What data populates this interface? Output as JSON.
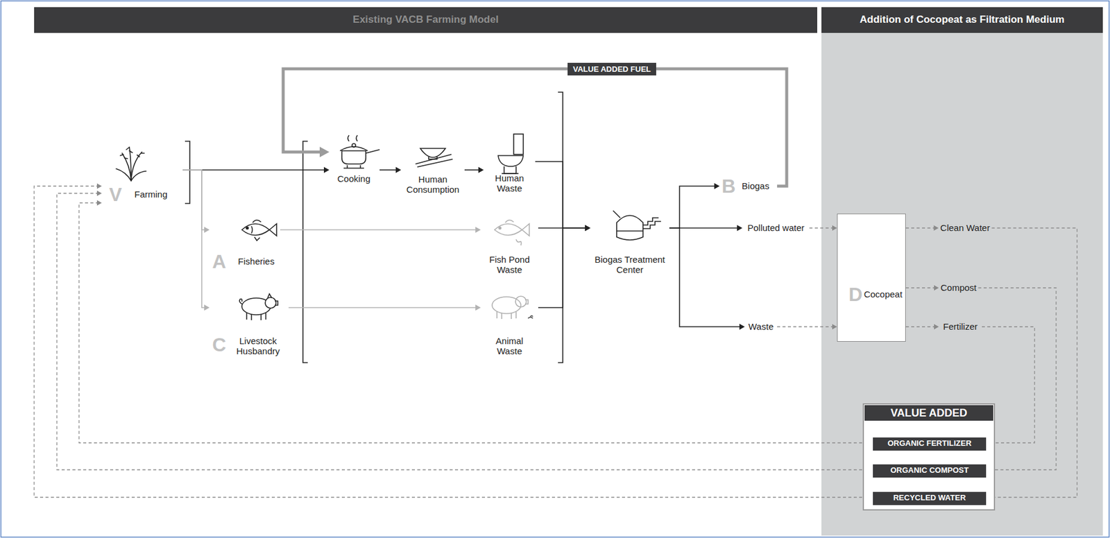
{
  "diagram": {
    "nodes": [
      {
        "text": [
          "Existing VACB Farming Model"
        ]
      },
      {
        "text": [
          "Addition of Cocopeat as Filtration Medium"
        ]
      },
      {
        "text": [
          "V",
          "Farming"
        ]
      },
      {
        "text": [
          "Cooking"
        ]
      },
      {
        "text": [
          "Human Consumption"
        ]
      },
      {
        "text": [
          "Human Waste"
        ]
      },
      {
        "text": [
          "A",
          "Fisheries"
        ]
      },
      {
        "text": [
          "Fish Pond Waste"
        ]
      },
      {
        "text": [
          "C",
          "Livestock Husbandry"
        ]
      },
      {
        "text": [
          "Animal Waste"
        ]
      },
      {
        "text": [
          "Biogas Treatment Center"
        ]
      },
      {
        "text": [
          "B",
          "Biogas"
        ]
      },
      {
        "text": [
          "Polluted water"
        ]
      },
      {
        "text": [
          "Waste"
        ]
      },
      {
        "text": [
          "D",
          "Cocopeat"
        ]
      },
      {
        "text": [
          "Clean Water"
        ]
      },
      {
        "text": [
          "Compost"
        ]
      },
      {
        "text": [
          "Fertilizer"
        ]
      },
      {
        "text": [
          "VALUE ADDED"
        ]
      },
      {
        "text": [
          "ORGANIC FERTILIZER"
        ],
        "in": 18
      },
      {
        "text": [
          "ORGANIC COMPOST"
        ],
        "in": 18
      },
      {
        "text": [
          "RECYCLED WATER"
        ],
        "in": 18
      }
    ],
    "edges": [
      {
        "from": 2,
        "to": 3,
        "arrow": "to"
      },
      {
        "from": 2,
        "to": 6,
        "arrow": "to"
      },
      {
        "from": 2,
        "to": 8,
        "arrow": "to"
      },
      {
        "from": 3,
        "to": 4,
        "arrow": "to"
      },
      {
        "from": 4,
        "to": 5,
        "arrow": "to"
      },
      {
        "from": 6,
        "to": 7,
        "arrow": "to"
      },
      {
        "from": 8,
        "to": 9,
        "arrow": "to"
      },
      {
        "from": 5,
        "to": 10,
        "arrow": "to"
      },
      {
        "from": 7,
        "to": 10,
        "arrow": "to"
      },
      {
        "from": 9,
        "to": 10,
        "arrow": "to"
      },
      {
        "from": 10,
        "to": 11,
        "arrow": "to"
      },
      {
        "from": 10,
        "to": 12,
        "arrow": "to"
      },
      {
        "from": 10,
        "to": 13,
        "arrow": "to"
      },
      {
        "from": 11,
        "to": 3,
        "label": "VALUE ADDED FUEL",
        "arrow": "to"
      },
      {
        "from": 12,
        "to": 14,
        "arrow": "to"
      },
      {
        "from": 13,
        "to": 14,
        "arrow": "to"
      },
      {
        "from": 14,
        "to": 15,
        "arrow": "to"
      },
      {
        "from": 14,
        "to": 16,
        "arrow": "to"
      },
      {
        "from": 14,
        "to": 17,
        "arrow": "to"
      },
      {
        "from": 17,
        "to": 19,
        "arrow": "none"
      },
      {
        "from": 16,
        "to": 20,
        "arrow": "none"
      },
      {
        "from": 15,
        "to": 21,
        "arrow": "none"
      },
      {
        "from": 19,
        "to": 2,
        "arrow": "to"
      },
      {
        "from": 20,
        "to": 2,
        "arrow": "to"
      },
      {
        "from": 21,
        "to": 2,
        "arrow": "to"
      }
    ]
  }
}
